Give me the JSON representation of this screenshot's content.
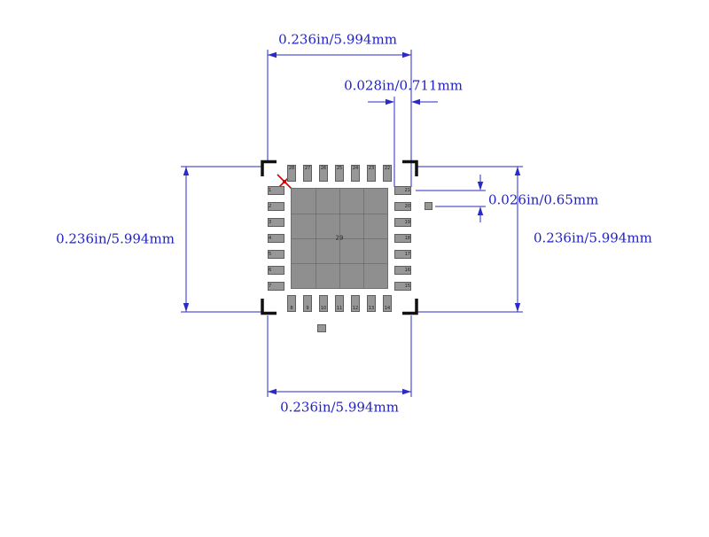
{
  "drawing": {
    "labels": {
      "top": "0.236in/5.994mm",
      "pad_length": "0.028in/0.711mm",
      "pad_pitch": "0.026in/0.65mm",
      "left": "0.236in/5.994mm",
      "right": "0.236in/5.994mm",
      "bottom": "0.236in/5.994mm"
    },
    "center_pad_label": "29",
    "pins": {
      "top_left_to_right": [
        "28",
        "27",
        "26",
        "25",
        "24",
        "23",
        "22"
      ],
      "bottom_left_to_right": [
        "8",
        "9",
        "10",
        "11",
        "12",
        "13",
        "14"
      ],
      "left_top_to_bottom": [
        "1",
        "2",
        "3",
        "4",
        "5",
        "6",
        "7"
      ],
      "right_top_to_bottom": [
        "21",
        "20",
        "19",
        "18",
        "17",
        "16",
        "15"
      ]
    },
    "colors": {
      "dimension_blue": "#2222c8",
      "pad_gray": "#979797",
      "pin1_marker_red": "#d60000",
      "bracket_black": "#111111"
    }
  }
}
